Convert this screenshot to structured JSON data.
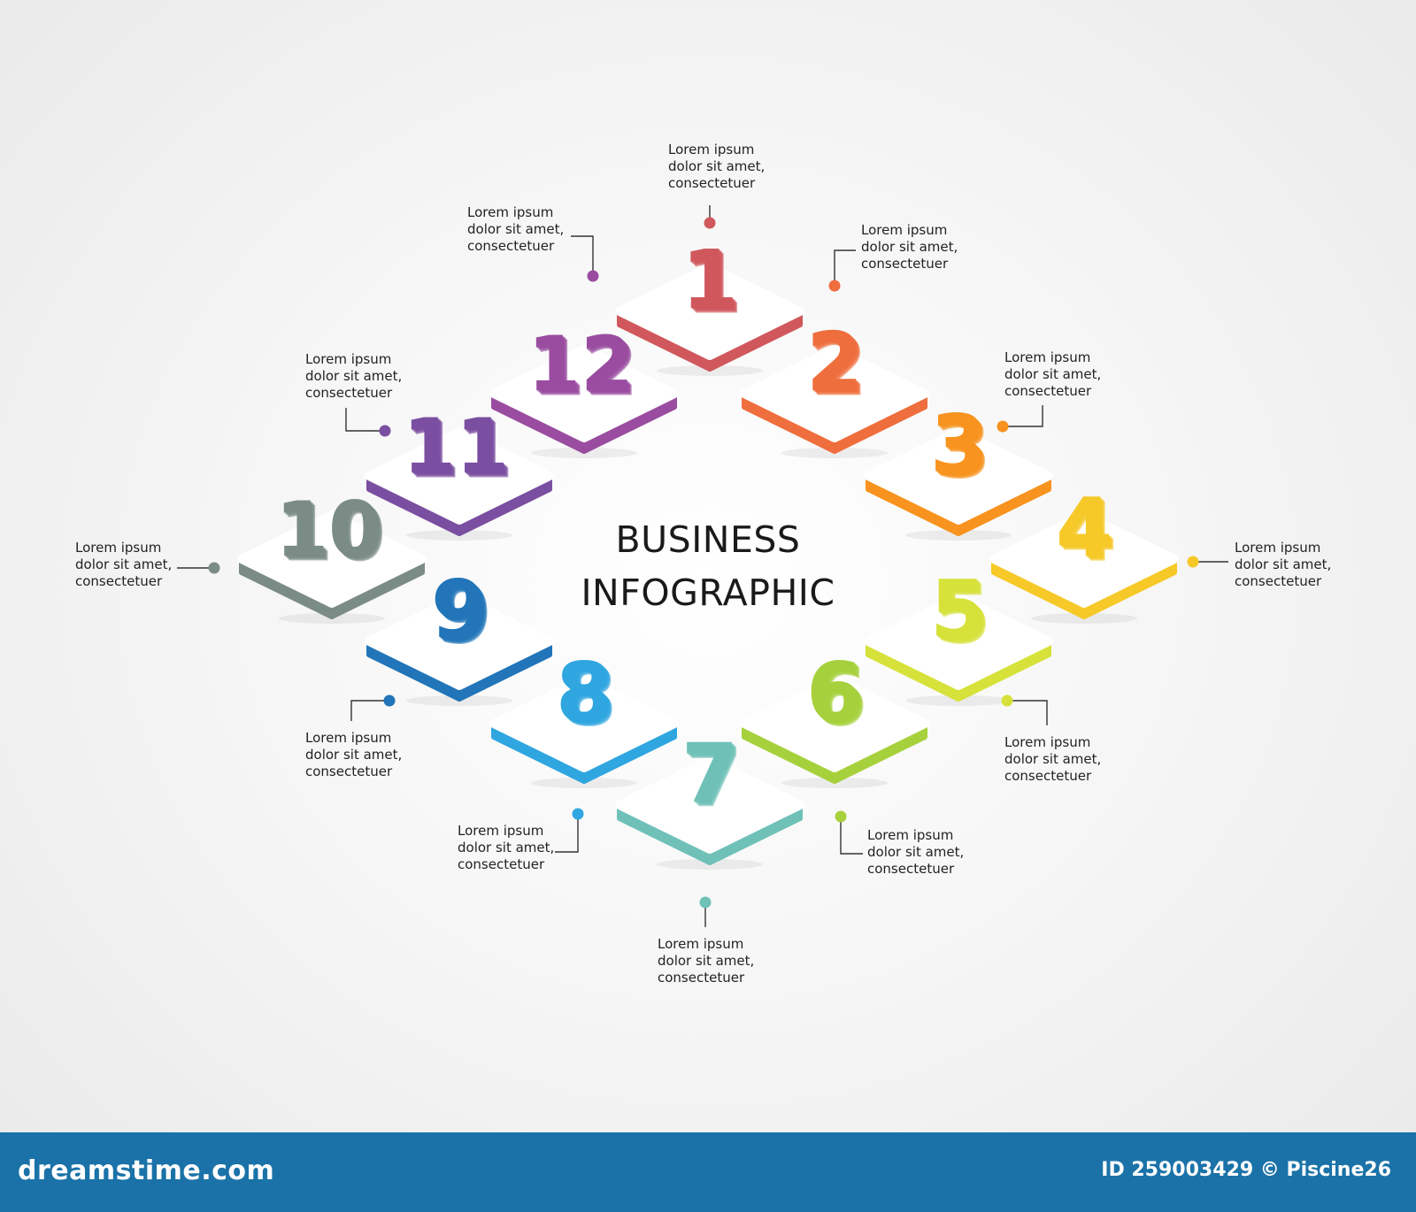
{
  "title": {
    "line1": "BUSINESS",
    "line2": "INFOGRAPHIC"
  },
  "note_text": {
    "line1": "Lorem ipsum",
    "line2": "dolor sit amet,",
    "line3": "consectetuer"
  },
  "steps": [
    {
      "number": "1",
      "color": "#d0585c"
    },
    {
      "number": "2",
      "color": "#ef6e3d"
    },
    {
      "number": "3",
      "color": "#f7931e"
    },
    {
      "number": "4",
      "color": "#f6c928"
    },
    {
      "number": "5",
      "color": "#d6e23a"
    },
    {
      "number": "6",
      "color": "#a7d13c"
    },
    {
      "number": "7",
      "color": "#6fc1b8"
    },
    {
      "number": "8",
      "color": "#2fa6e0"
    },
    {
      "number": "9",
      "color": "#2175b8"
    },
    {
      "number": "10",
      "color": "#7b8b86"
    },
    {
      "number": "11",
      "color": "#7a4ea0"
    },
    {
      "number": "12",
      "color": "#9a4da0"
    }
  ],
  "watermark": {
    "brand": "dreamstime.com",
    "image_id": "ID 259003429 © Piscine26"
  }
}
